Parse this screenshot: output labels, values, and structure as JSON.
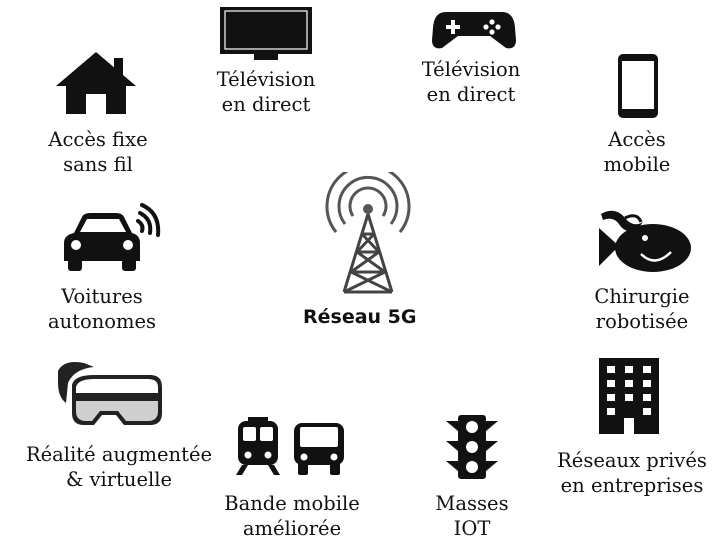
{
  "center": {
    "label": "Réseau 5G",
    "icon": "cell-tower-icon"
  },
  "nodes": [
    {
      "id": "tv",
      "icon": "television-icon",
      "line1": "Télévision",
      "line2": "en direct"
    },
    {
      "id": "gaming",
      "icon": "gamepad-icon",
      "line1": "Télévision",
      "line2": "en direct"
    },
    {
      "id": "fixed",
      "icon": "house-icon",
      "line1": "Accès fixe",
      "line2": "sans fil"
    },
    {
      "id": "mobile",
      "icon": "smartphone-icon",
      "line1": "Accès",
      "line2": "mobile"
    },
    {
      "id": "cars",
      "icon": "connected-car-icon",
      "line1": "Voitures",
      "line2": "autonomes"
    },
    {
      "id": "surgery",
      "icon": "robot-surgery-icon",
      "line1": "Chirurgie",
      "line2": "robotisée"
    },
    {
      "id": "vr",
      "icon": "vr-headset-icon",
      "line1": "Réalité augmentée",
      "line2": "& virtuelle"
    },
    {
      "id": "private",
      "icon": "building-icon",
      "line1": "Réseaux privés",
      "line2": "en entreprises"
    },
    {
      "id": "broadband",
      "icon": "train-bus-icon",
      "line1": "Bande mobile",
      "line2": "améliorée"
    },
    {
      "id": "iot",
      "icon": "traffic-light-icon",
      "line1": "Masses",
      "line2": "IOT"
    }
  ]
}
